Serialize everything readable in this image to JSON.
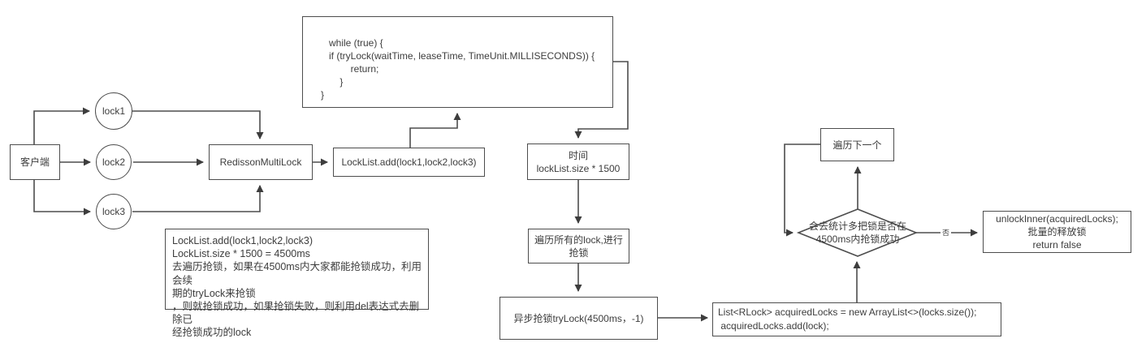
{
  "colors": {
    "stroke": "#4d4d4d",
    "text": "#3d3d3d",
    "bg": "#ffffff"
  },
  "nodes": {
    "client": {
      "label": "客户端"
    },
    "lock1": {
      "label": "lock1"
    },
    "lock2": {
      "label": "lock2"
    },
    "lock3": {
      "label": "lock3"
    },
    "multilock": {
      "label": "RedissonMultiLock"
    },
    "locklist_add": {
      "label": "LockList.add(lock1,lock2,lock3)"
    },
    "while_code": {
      "text": "   while (true) {\n   if (tryLock(waitTime, leaseTime, TimeUnit.MILLISECONDS)) {\n           return;\n       }\n}"
    },
    "time": {
      "text": "时间\nlockList.size * 1500"
    },
    "iterate_locks": {
      "text": "遍历所有的lock,进行\n抢锁"
    },
    "async_trylock": {
      "label": "异步抢锁tryLock(4500ms，-1)"
    },
    "acquired_locks": {
      "text": "List<RLock> acquiredLocks = new ArrayList<>(locks.size());\n acquiredLocks.add(lock);"
    },
    "decision": {
      "text": "会去统计多把锁是否在\n4500ms内抢锁成功"
    },
    "next_iteration": {
      "label": "遍历下一个"
    },
    "unlock_inner": {
      "text": "unlockInner(acquiredLocks);\n批量的释放锁\nreturn false"
    },
    "note": {
      "text": "LockList.add(lock1,lock2,lock3)\nLockList.size * 1500 = 4500ms\n去遍历抢锁，如果在4500ms内大家都能抢锁成功，利用会续\n期的tryLock来抢锁\n，则就抢锁成功，如果抢锁失败，则利用del表达式去删除已\n经抢锁成功的lock"
    }
  },
  "edges": {
    "no_label": "否"
  }
}
